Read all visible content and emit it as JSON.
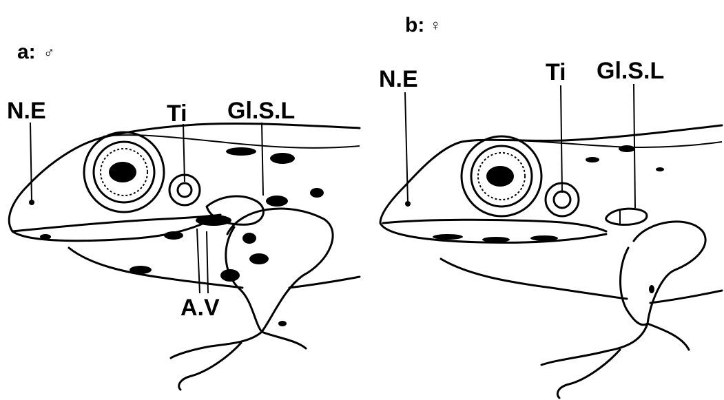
{
  "panels": [
    {
      "id": "a",
      "panel_label": "a:",
      "sex_symbol": "♂",
      "labels": {
        "ne": "N.E",
        "ti": "Ti",
        "glsl": "Gl.S.L",
        "av": "A.V"
      }
    },
    {
      "id": "b",
      "panel_label": "b:",
      "sex_symbol": "♀",
      "labels": {
        "ne": "N.E",
        "ti": "Ti",
        "glsl": "Gl.S.L"
      }
    }
  ],
  "colors": {
    "ink": "#000000",
    "paper": "#ffffff"
  }
}
